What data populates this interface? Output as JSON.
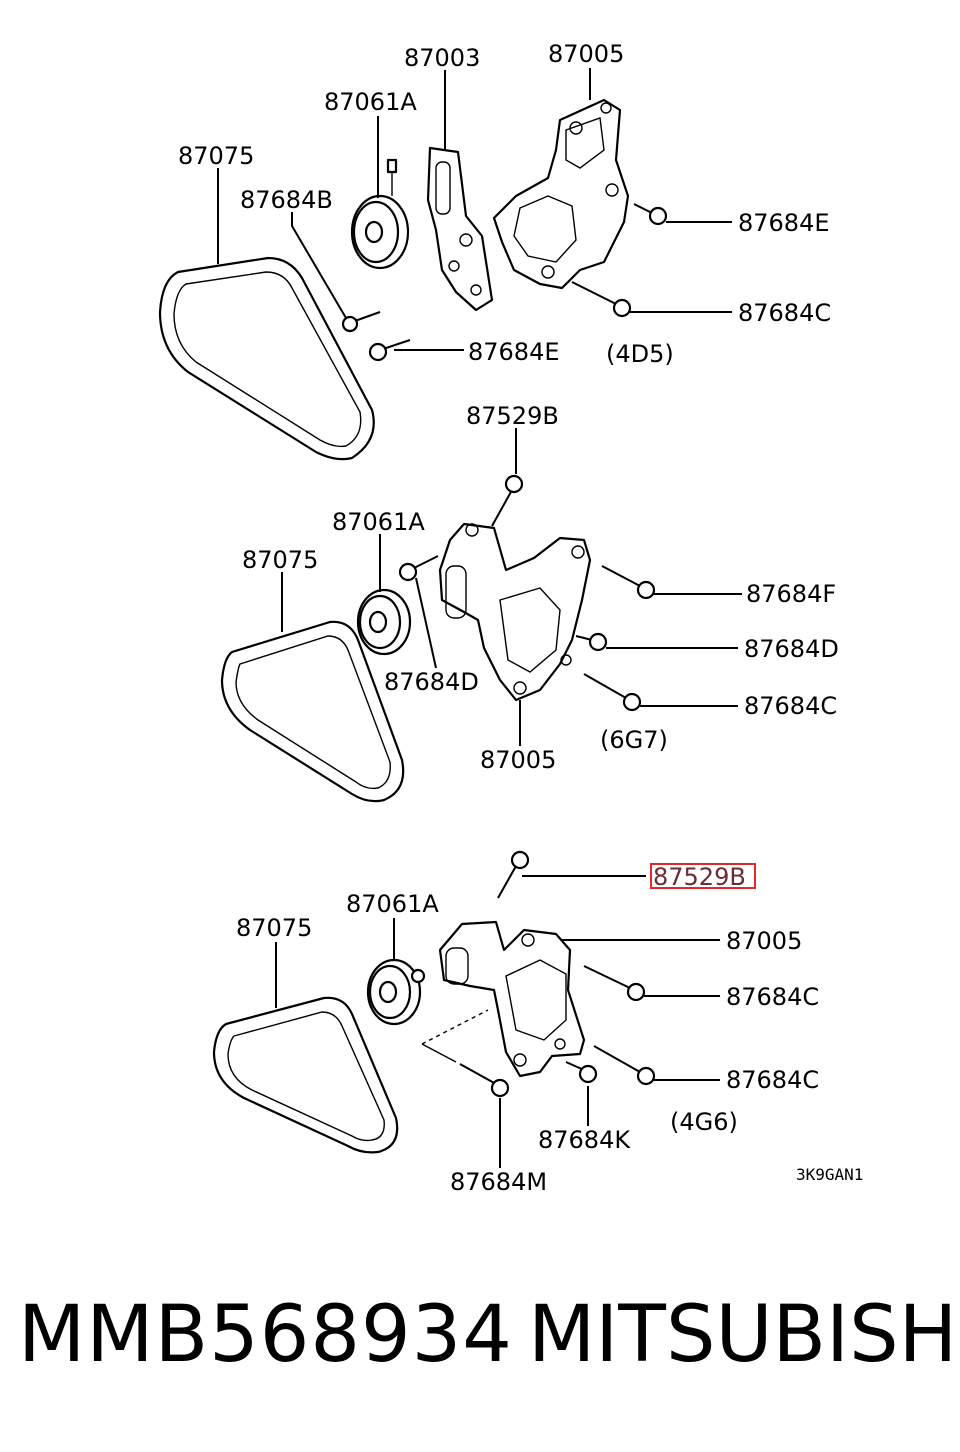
{
  "diagram_code": "3K9GAN1",
  "footer": {
    "part_number": "MMB568934",
    "brand": "MITSUBISHI"
  },
  "highlight_color": "#e0282d",
  "sections": [
    {
      "engine": "(4D5)",
      "labels": {
        "bracket": "87005",
        "tensioner": "87003",
        "pulley": "87061A",
        "belt": "87075",
        "bolt_b": "87684B",
        "bolt_e1": "87684E",
        "bolt_e2": "87684E",
        "bolt_c": "87684C"
      }
    },
    {
      "engine": "(6G7)",
      "labels": {
        "bolt_top": "87529B",
        "pulley": "87061A",
        "belt": "87075",
        "bolt_f": "87684F",
        "bolt_d1": "87684D",
        "bolt_d2": "87684D",
        "bolt_c": "87684C",
        "bracket": "87005"
      }
    },
    {
      "engine": "(4G6)",
      "labels": {
        "bolt_top": "87529B",
        "pulley": "87061A",
        "belt": "87075",
        "bracket": "87005",
        "bolt_c1": "87684C",
        "bolt_c2": "87684C",
        "bolt_k": "87684K",
        "bolt_m": "87684M"
      }
    }
  ]
}
